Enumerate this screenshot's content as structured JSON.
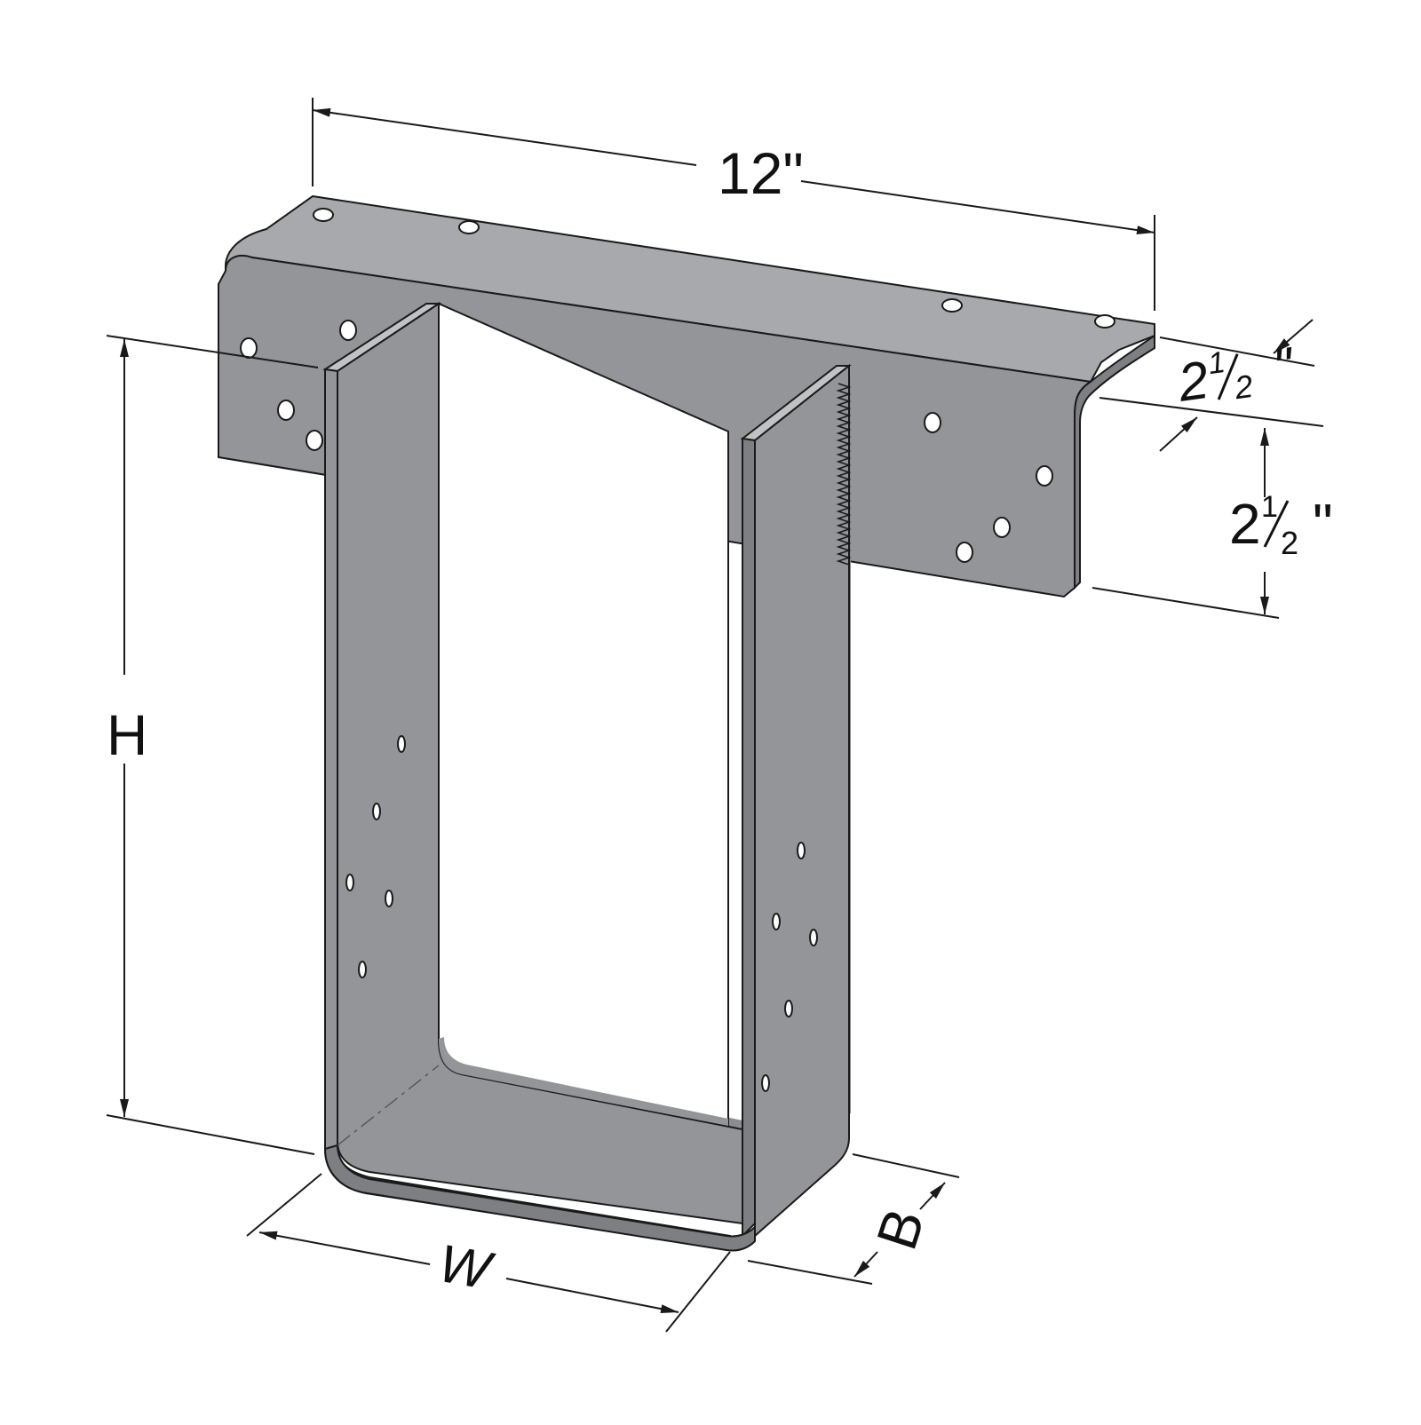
{
  "colors": {
    "steel": "#939598",
    "steel_dark": "#7d7f82",
    "steel_light": "#a7a9ac",
    "line": "#1a1a1a",
    "background": "#ffffff"
  },
  "labels": {
    "length": "12\"",
    "top_flange_depth_whole": "2",
    "top_flange_depth_frac_num": "1",
    "top_flange_depth_frac_den": "2",
    "top_flange_depth_unit": "\"",
    "flange_height_whole": "2",
    "flange_height_frac_num": "1",
    "flange_height_frac_den": "2",
    "flange_height_unit": "\"",
    "height": "H",
    "width": "W",
    "bearing": "B"
  }
}
